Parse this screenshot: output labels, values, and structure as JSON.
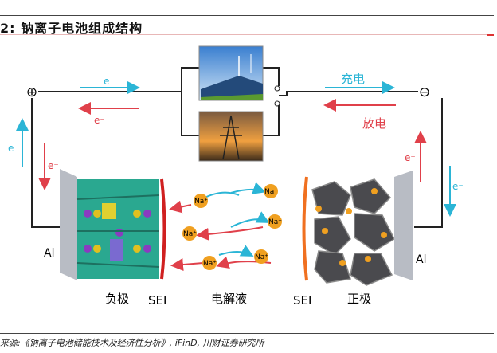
{
  "title": "2: 钠离子电池组成结构",
  "source": "来源:《钠离子电池储能技术及经济性分析》, iFinD, 川财证券研究所",
  "diagram": {
    "positive_terminal": "⊕",
    "negative_terminal": "⊖",
    "electron": "e⁻",
    "charge": "充电",
    "discharge": "放电",
    "sodium_ion": "Na⁺",
    "anode": "负极",
    "sei": "SEI",
    "electrolyte": "电解液",
    "cathode": "正极",
    "collector": "Al",
    "colors": {
      "charge": "#2bb5d6",
      "discharge": "#e0404a",
      "ion": "#f0a020"
    }
  }
}
